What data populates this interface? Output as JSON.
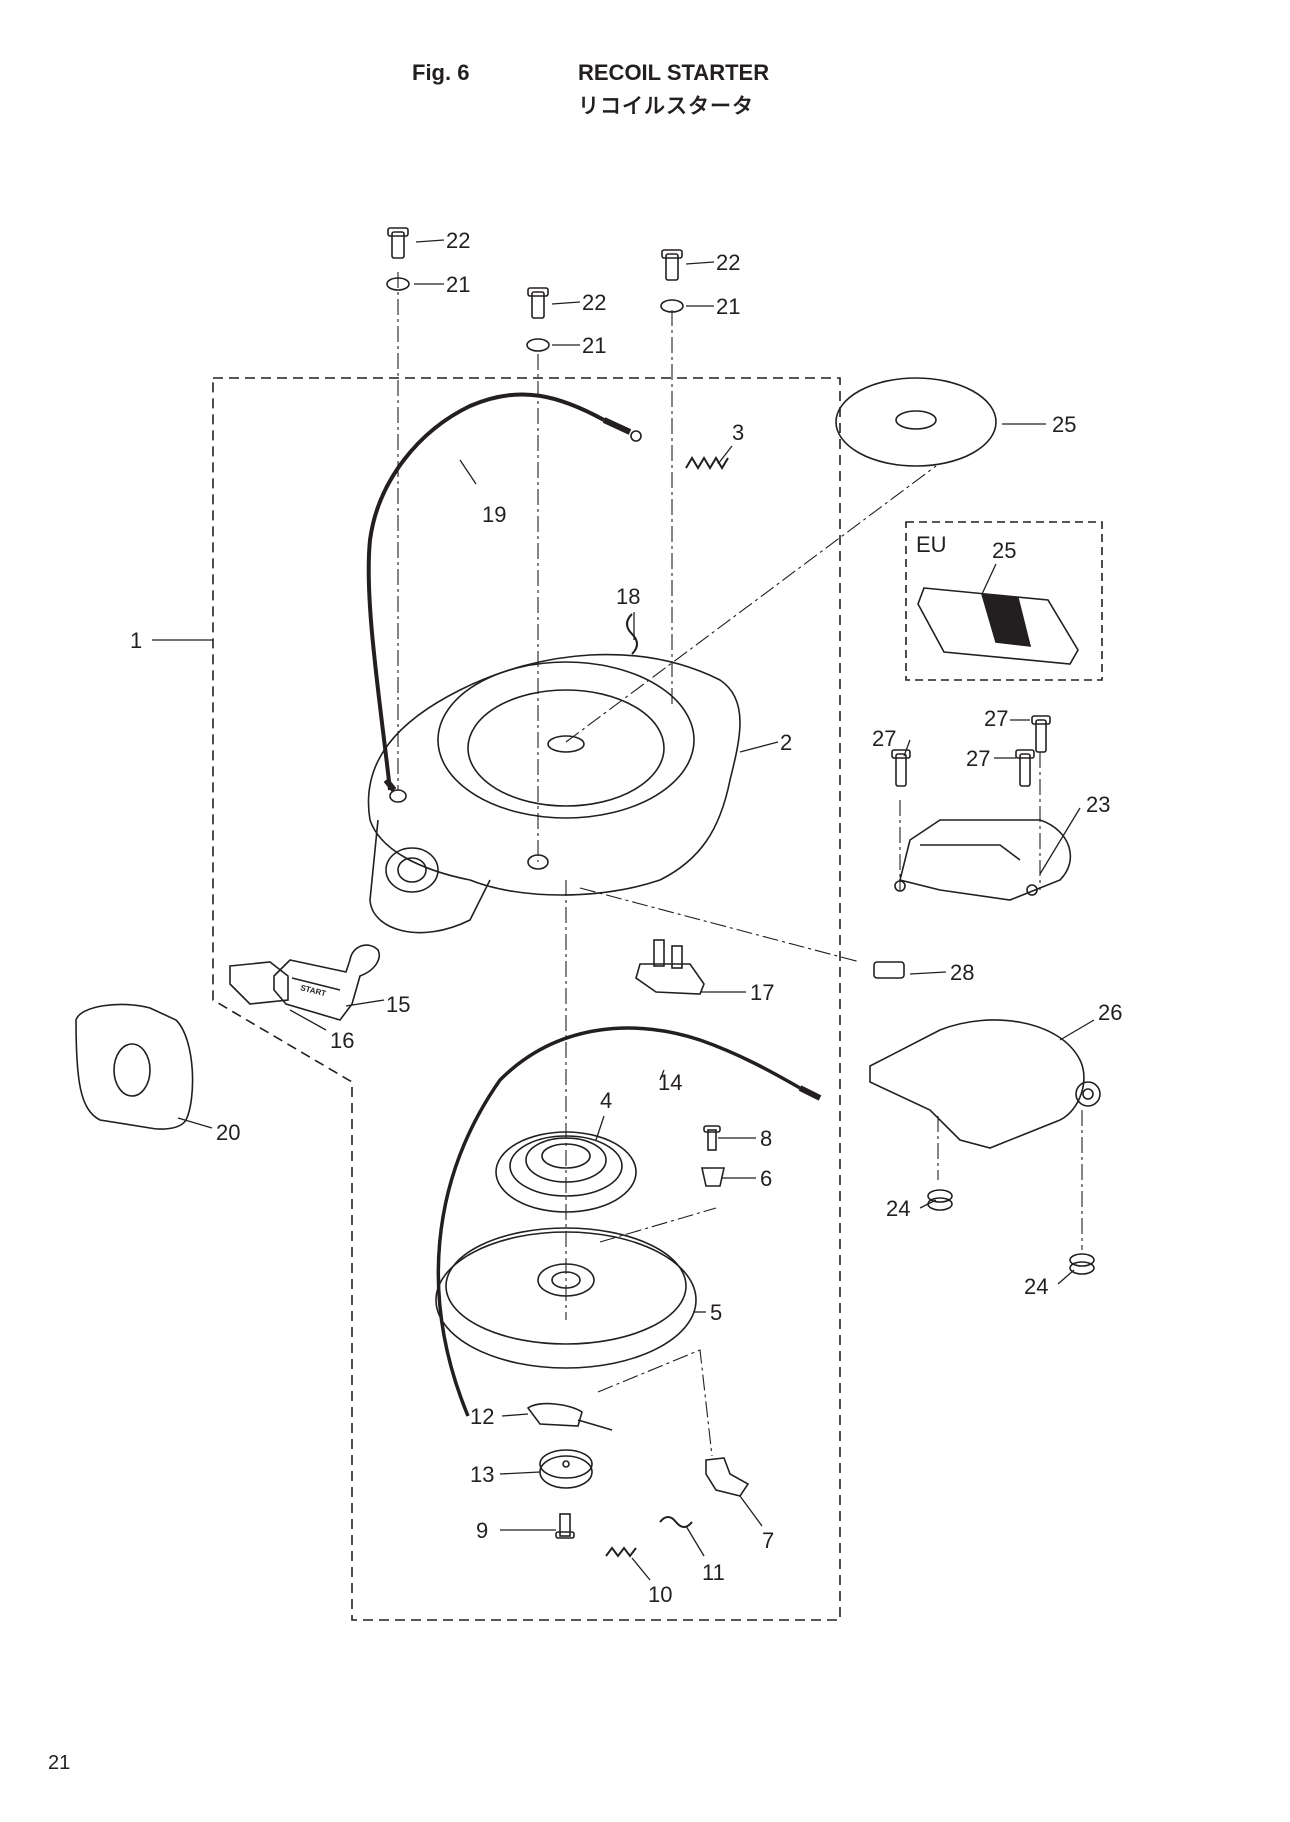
{
  "header": {
    "figure_number": "Fig. 6",
    "title": "RECOIL STARTER",
    "title_jp": "リコイルスタータ"
  },
  "inset": {
    "region_label": "EU"
  },
  "callouts": [
    "1",
    "2",
    "3",
    "4",
    "5",
    "6",
    "7",
    "8",
    "9",
    "10",
    "11",
    "12",
    "13",
    "14",
    "15",
    "16",
    "17",
    "18",
    "19",
    "20",
    "21",
    "22",
    "23",
    "24",
    "25",
    "26",
    "27",
    "28"
  ],
  "handle_text": "START",
  "page_number": "21"
}
